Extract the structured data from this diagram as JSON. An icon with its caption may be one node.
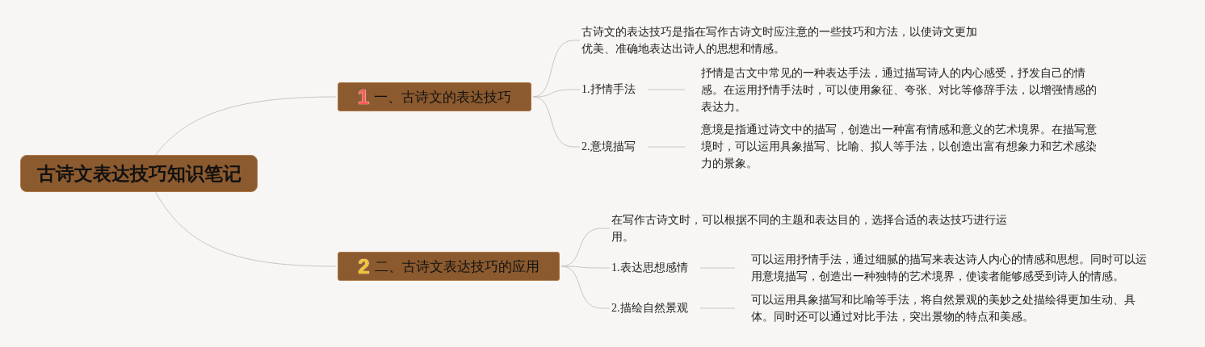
{
  "diagram": {
    "nodes": [
      {
        "text": [
          "古诗文表达技巧知识笔记"
        ]
      },
      {
        "text": [
          "1",
          "一、古诗文的表达技巧"
        ]
      },
      {
        "text": [
          "古诗文的表达技巧是指在写作古诗文时应注意的一些技巧和方法，以使诗文更加优美、准确地表达出诗人的思想和情感。"
        ]
      },
      {
        "text": [
          "1.抒情手法"
        ]
      },
      {
        "text": [
          "抒情是古文中常见的一种表达手法，通过描写诗人的内心感受，抒发自己的情感。在运用抒情手法时，可以使用象征、夸张、对比等修辞手法，以增强情感的表达力。"
        ]
      },
      {
        "text": [
          "2.意境描写"
        ]
      },
      {
        "text": [
          "意境是指通过诗文中的描写，创造出一种富有情感和意义的艺术境界。在描写意境时，可以运用具象描写、比喻、拟人等手法，以创造出富有想象力和艺术感染力的景象。"
        ]
      },
      {
        "text": [
          "2",
          "二、古诗文表达技巧的应用"
        ]
      },
      {
        "text": [
          "在写作古诗文时，可以根据不同的主题和表达目的，选择合适的表达技巧进行运用。"
        ]
      },
      {
        "text": [
          "1.表达思想感情"
        ]
      },
      {
        "text": [
          "可以运用抒情手法，通过细腻的描写来表达诗人内心的情感和思想。同时可以运用意境描写，创造出一种独特的艺术境界，使读者能够感受到诗人的情感。"
        ]
      },
      {
        "text": [
          "2.描绘自然景观"
        ]
      },
      {
        "text": [
          "可以运用具象描写和比喻等手法，将自然景观的美妙之处描绘得更加生动、具体。同时还可以通过对比手法，突出景物的特点和美感。"
        ]
      }
    ],
    "edges": [
      {
        "from": 0,
        "to": 1,
        "arrow": "none"
      },
      {
        "from": 1,
        "to": 2,
        "arrow": "none"
      },
      {
        "from": 1,
        "to": 3,
        "arrow": "none"
      },
      {
        "from": 3,
        "to": 4,
        "arrow": "none"
      },
      {
        "from": 1,
        "to": 5,
        "arrow": "none"
      },
      {
        "from": 5,
        "to": 6,
        "arrow": "none"
      },
      {
        "from": 0,
        "to": 7,
        "arrow": "none"
      },
      {
        "from": 7,
        "to": 8,
        "arrow": "none"
      },
      {
        "from": 7,
        "to": 9,
        "arrow": "none"
      },
      {
        "from": 9,
        "to": 10,
        "arrow": "none"
      },
      {
        "from": 7,
        "to": 11,
        "arrow": "none"
      },
      {
        "from": 11,
        "to": 12,
        "arrow": "none"
      }
    ]
  }
}
